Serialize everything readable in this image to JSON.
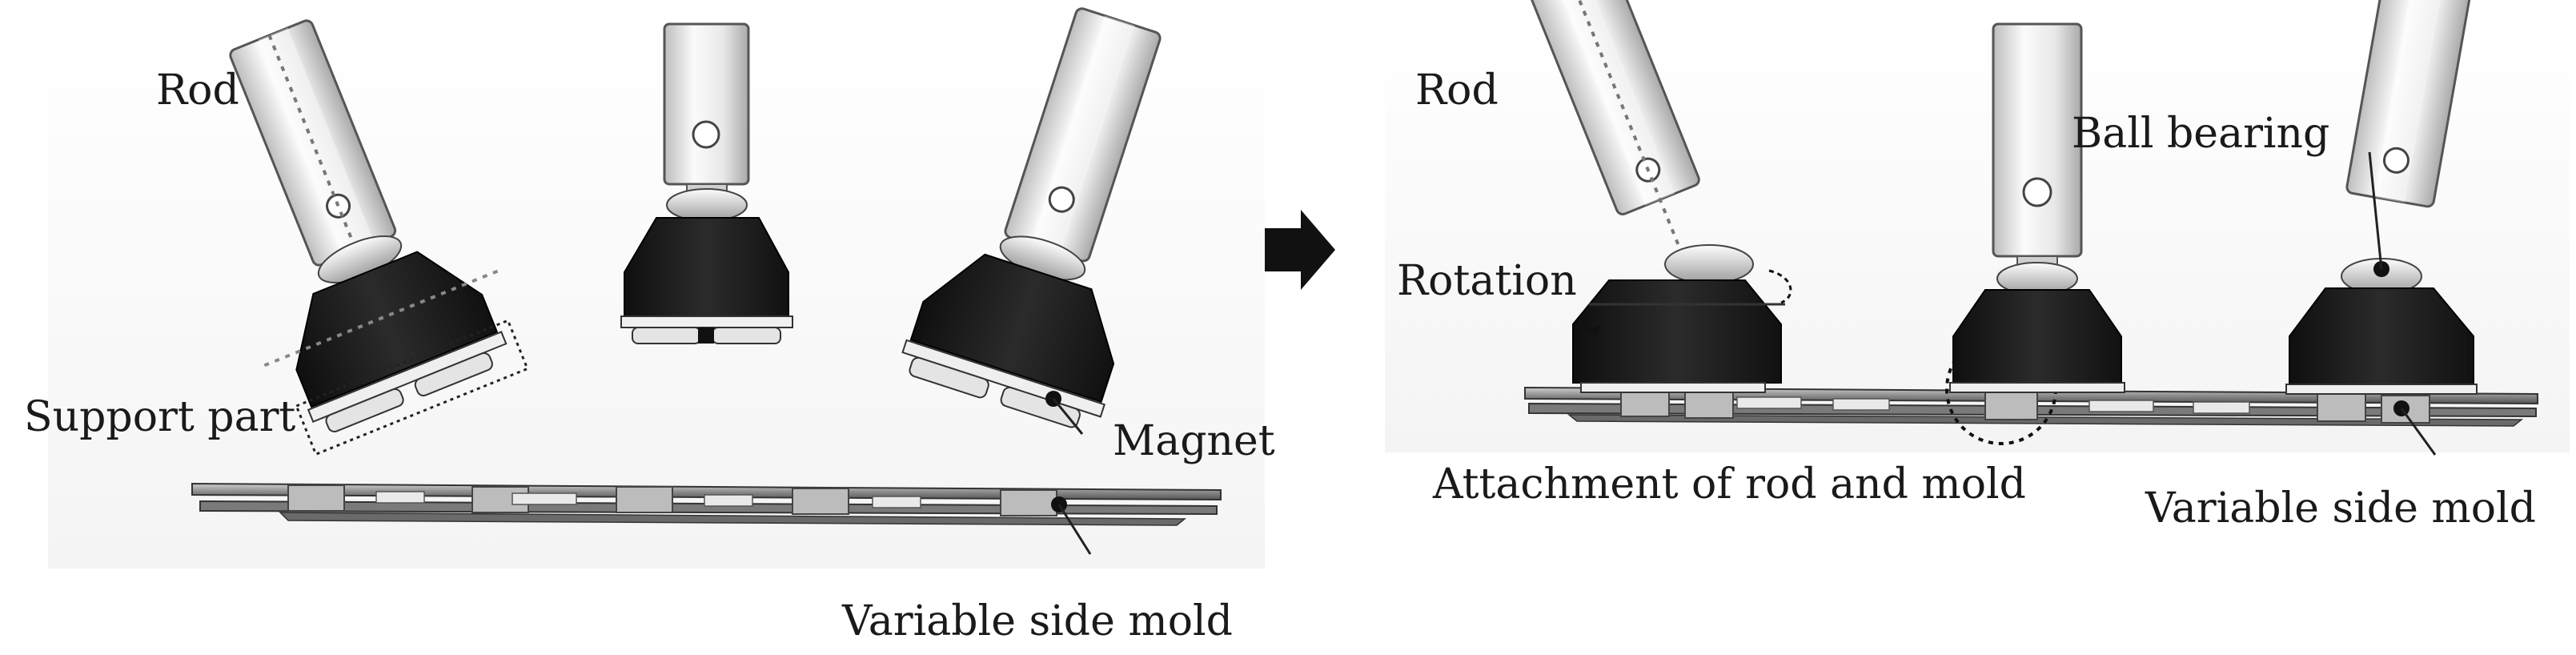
{
  "left_panel": {
    "rod_label": "Rod",
    "support_label": "Support part",
    "magnet_label": "Magnet",
    "mold_label": "Variable side mold"
  },
  "right_panel": {
    "rod_label": "Rod",
    "bearing_label": "Ball bearing",
    "rotation_label": "Rotation",
    "attachment_label": "Attachment of rod and mold",
    "mold_label": "Variable side mold"
  },
  "colors": {
    "rod_fill": "#f2f2f2",
    "rod_stroke": "#555555",
    "head_fill": "#1c1c1c",
    "magnet_fill": "#e6e6e6",
    "mold_fill": "#9a9a9a",
    "line": "#222222"
  },
  "arrow_icon": "right-arrow-icon"
}
